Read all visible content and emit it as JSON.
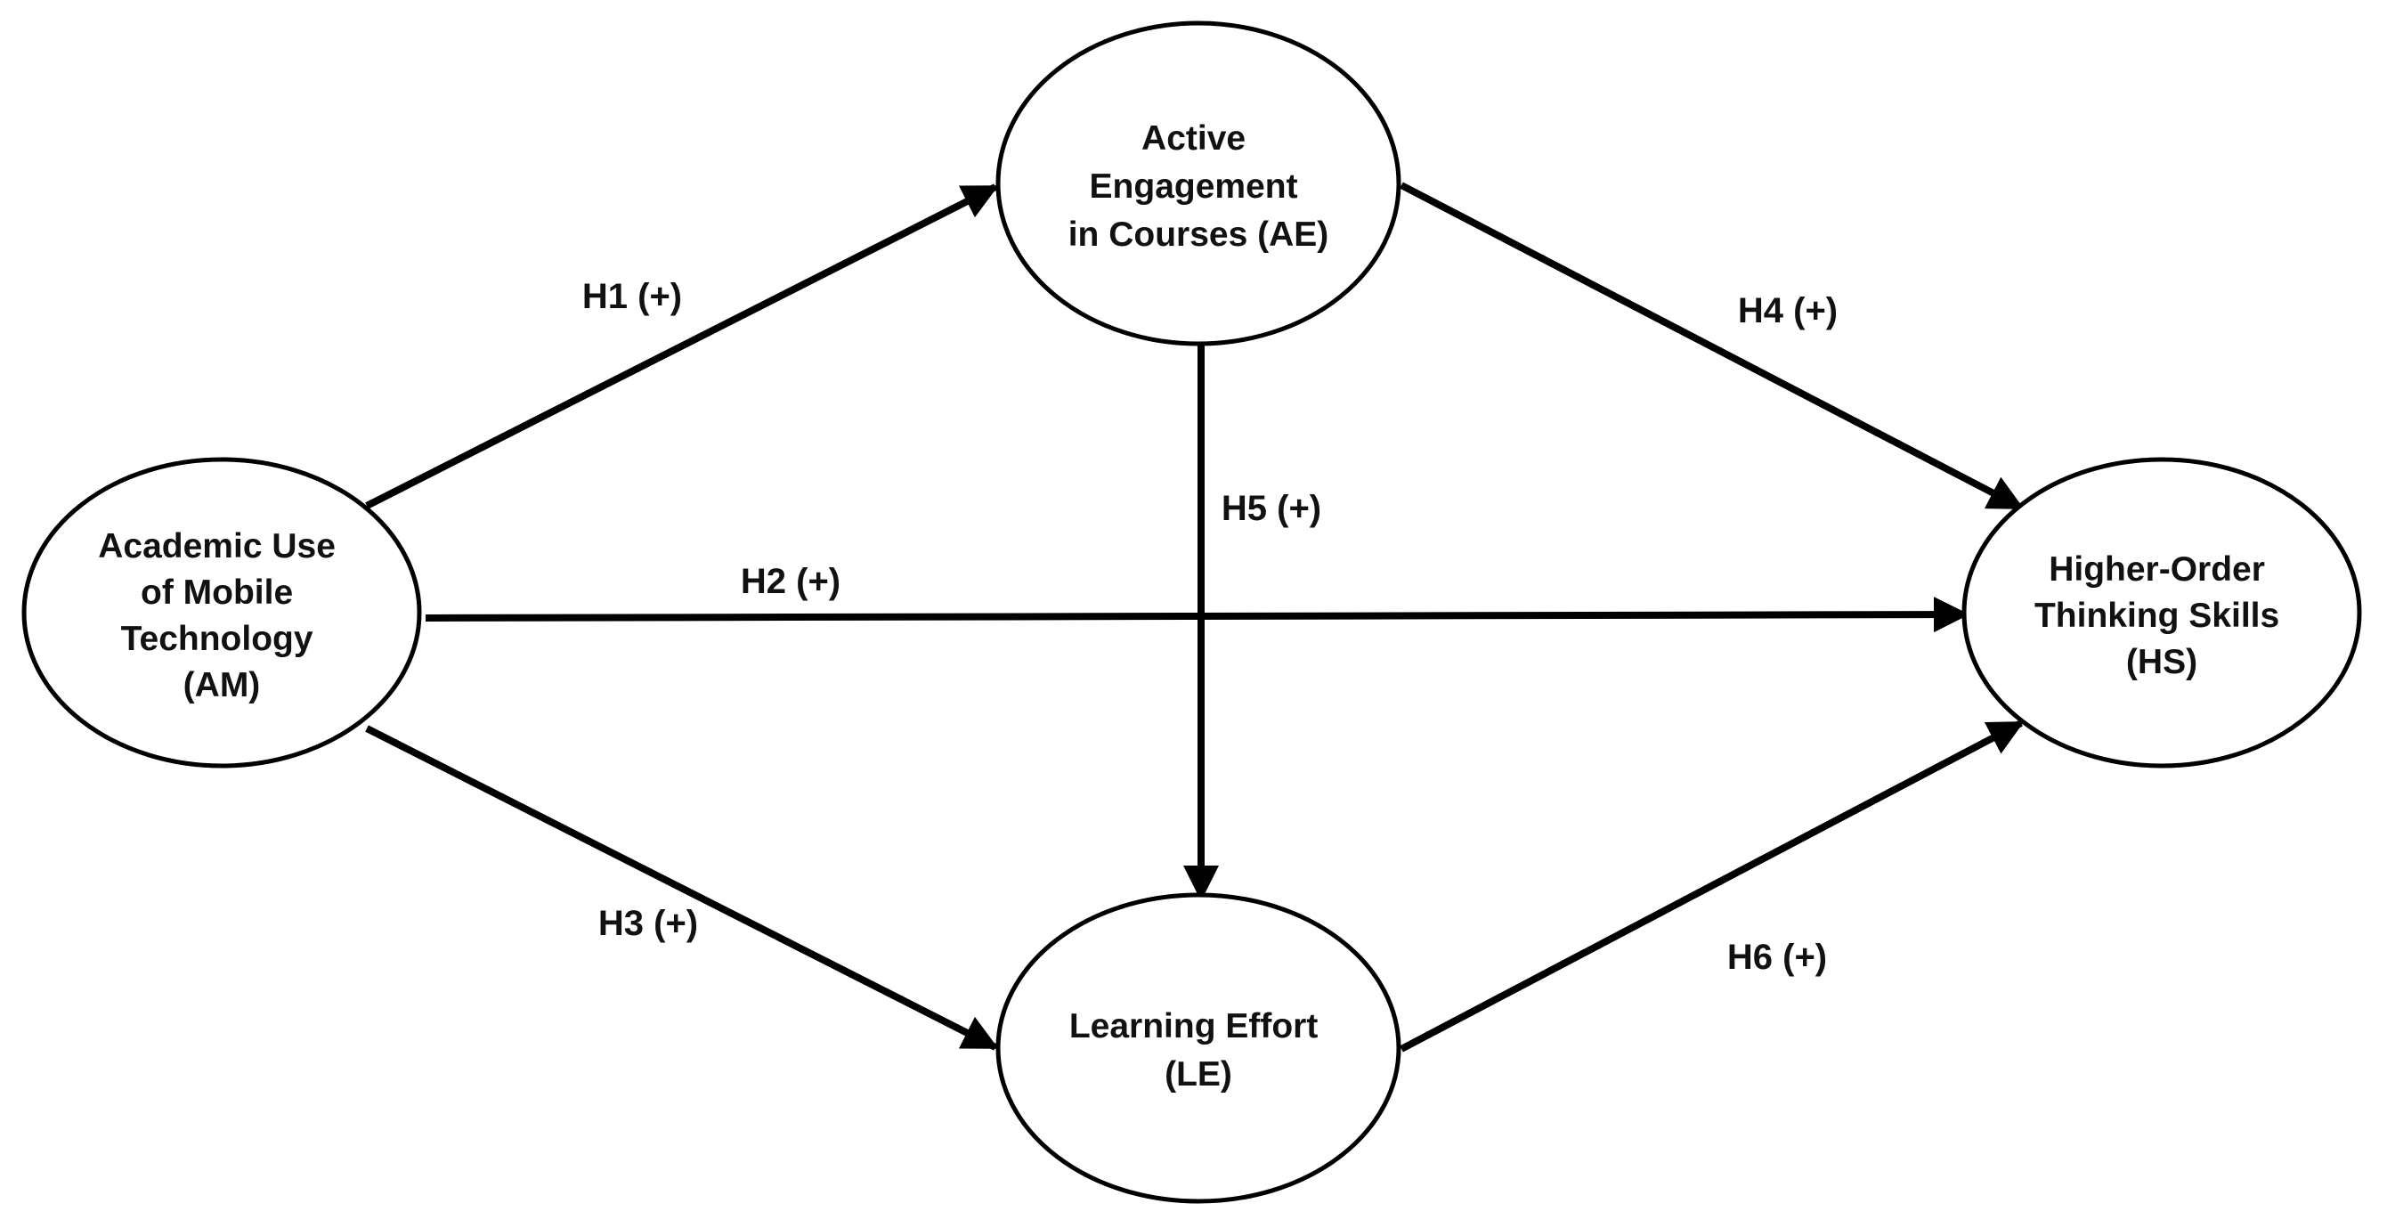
{
  "nodes": {
    "am": {
      "lines": [
        "Academic Use",
        "of Mobile",
        "Technology",
        "(AM)"
      ]
    },
    "ae": {
      "lines": [
        "Active",
        "Engagement",
        "in Courses (AE)"
      ]
    },
    "hs": {
      "lines": [
        "Higher-Order",
        "Thinking Skills",
        "(HS)"
      ]
    },
    "le": {
      "lines": [
        "Learning Effort",
        "(LE)"
      ]
    }
  },
  "edges": {
    "h1": {
      "label": "H1 (+)",
      "from": "AM",
      "to": "AE"
    },
    "h2": {
      "label": "H2 (+)",
      "from": "AM",
      "to": "HS"
    },
    "h3": {
      "label": "H3 (+)",
      "from": "AM",
      "to": "LE"
    },
    "h4": {
      "label": "H4 (+)",
      "from": "AE",
      "to": "HS"
    },
    "h5": {
      "label": "H5 (+)",
      "from": "AE",
      "to": "LE"
    },
    "h6": {
      "label": "H6 (+)",
      "from": "LE",
      "to": "HS"
    }
  },
  "colors": {
    "stroke": "#000000",
    "fill": "#ffffff",
    "text": "#111111"
  }
}
